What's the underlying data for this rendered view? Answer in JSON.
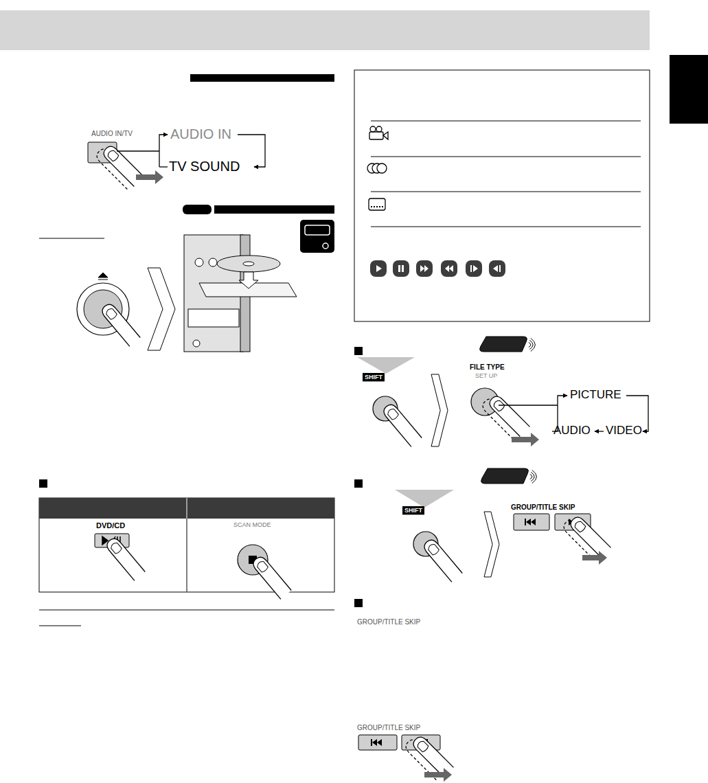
{
  "diagram": {
    "labels": [
      "AUDIO IN/TV",
      "AUDIO IN",
      "TV SOUND",
      "DVD/CD",
      "SCAN MODE",
      "FILE TYPE",
      "SET UP",
      "PICTURE",
      "VIDEO",
      "AUDIO",
      "SHIFT",
      "SHIFT",
      "GROUP/TITLE SKIP",
      "GROUP/TITLE SKIP",
      "GROUP/TITLE SKIP"
    ]
  }
}
